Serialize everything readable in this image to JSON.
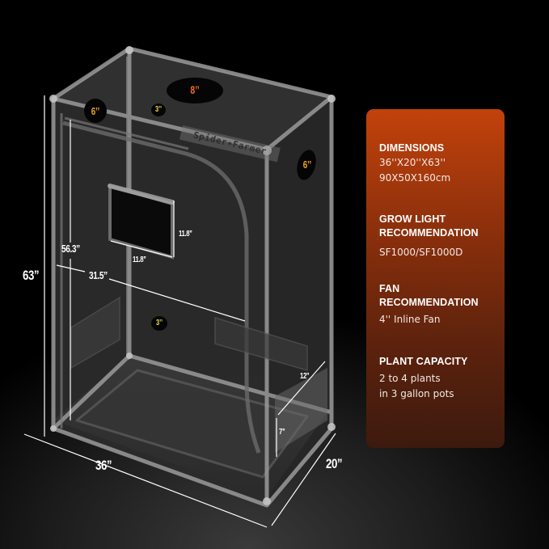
{
  "product": {
    "brand_label": "Spider✶Farmer",
    "tent_dimensions": {
      "height_total": "63’’",
      "height_door": "56.3’’",
      "door_width": "31.5’’",
      "width": "36’’",
      "depth": "20’’",
      "window_width": "11.8’’",
      "window_height": "11.8’’",
      "sleeve_width": "12’’",
      "sleeve_height": "7’’"
    },
    "ports": [
      {
        "label": "8’’",
        "location": "top",
        "color": "#f26a1b"
      },
      {
        "label": "6’’",
        "location": "front-top-left",
        "color": "#f5a623"
      },
      {
        "label": "3’’",
        "location": "front-top-center",
        "color": "#f0d44a"
      },
      {
        "label": "6’’",
        "location": "side",
        "color": "#f5a623"
      },
      {
        "label": "3’’",
        "location": "front-middle",
        "color": "#f0d44a"
      }
    ]
  },
  "specs_panel": {
    "sections": [
      {
        "heading": "DIMENSIONS",
        "values": [
          "36''X20''X63''",
          "90X50X160cm"
        ]
      },
      {
        "heading_lines": [
          "GROW LIGHT",
          "RECOMMENDATION"
        ],
        "values": [
          "SF1000/SF1000D"
        ]
      },
      {
        "heading_lines": [
          "FAN",
          "RECOMMENDATION"
        ],
        "values": [
          "4'' Inline Fan"
        ]
      },
      {
        "heading": "PLANT CAPACITY",
        "values": [
          "2 to 4 plants",
          "in 3 gallon pots"
        ]
      }
    ],
    "colors": {
      "top": "#c2420b",
      "bottom": "#3d1a0e"
    }
  }
}
